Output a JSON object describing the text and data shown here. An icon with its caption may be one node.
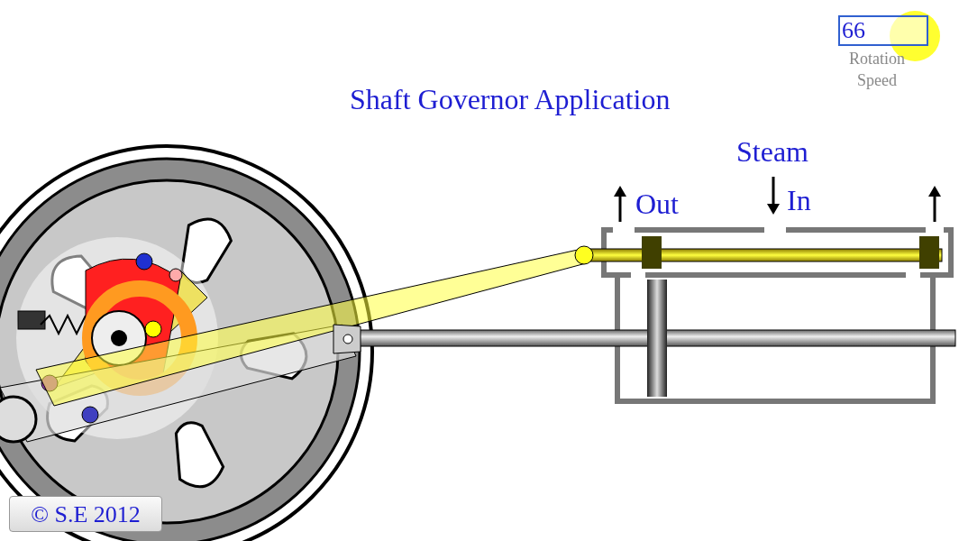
{
  "diagram": {
    "title": "Shaft Governor Application",
    "labels": [
      "© S.E 2012",
      "66",
      "Rotation Speed",
      "Steam",
      "Out",
      "In"
    ]
  }
}
